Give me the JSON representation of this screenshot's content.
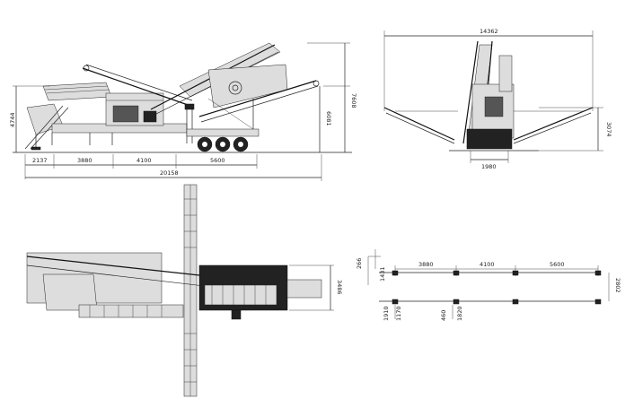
{
  "side_view": {
    "dims_bottom": [
      "2137",
      "3880",
      "4100",
      "5600"
    ],
    "overall_length": "20158",
    "height_total": "7608",
    "height_mid": "6081",
    "height_left": "4744"
  },
  "front_view": {
    "overall_width": "14362",
    "side_height": "3074",
    "base_width": "1980"
  },
  "top_view": {
    "width_dim": "3486"
  },
  "support_plan": {
    "spans": [
      "3880",
      "4100",
      "5600"
    ],
    "left_upper": [
      "266",
      "1431"
    ],
    "left_lower_a": "1910",
    "left_lower_b": "1170",
    "mid_lower_a": "460",
    "mid_lower_b": "1820",
    "right_gauge": "2802"
  }
}
